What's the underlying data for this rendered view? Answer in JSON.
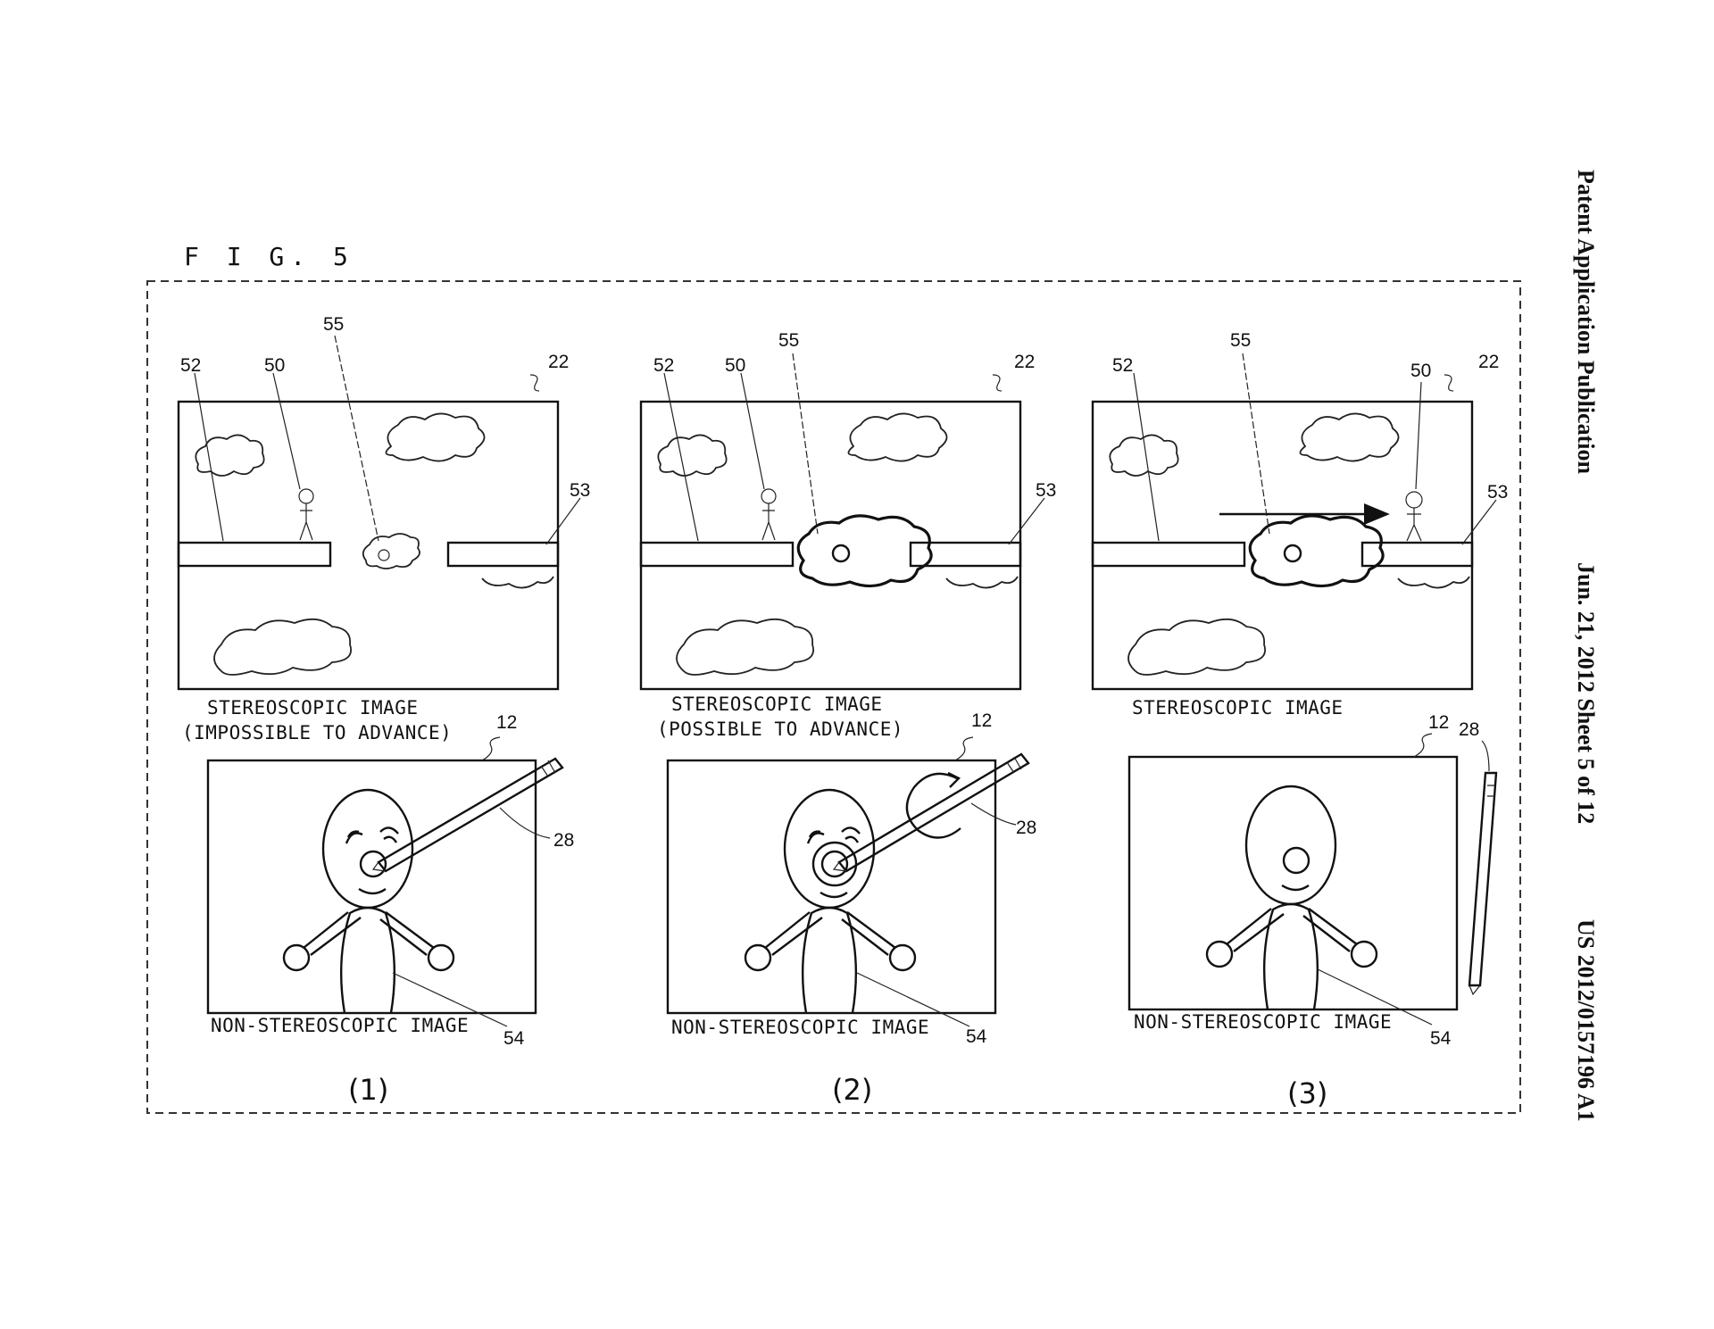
{
  "header": {
    "publication": "Patent Application Publication",
    "date_sheet": "Jun. 21, 2012  Sheet 5 of 12",
    "number": "US 2012/0157196 A1"
  },
  "figure_label": "F I G.  5",
  "refs": {
    "platform_left": "52",
    "character": "50",
    "cloud": "55",
    "upper_screen": "22",
    "platform_right": "53",
    "lower_screen": "12",
    "stylus": "28",
    "lower_character": "54"
  },
  "panels": [
    {
      "number": "(1)",
      "stereo_caption": "STEREOSCOPIC IMAGE",
      "stereo_subcaption": "(IMPOSSIBLE TO ADVANCE)",
      "non_stereo_caption": "NON-STEREOSCOPIC IMAGE"
    },
    {
      "number": "(2)",
      "stereo_caption": "STEREOSCOPIC IMAGE",
      "stereo_subcaption": "(POSSIBLE TO ADVANCE)",
      "non_stereo_caption": "NON-STEREOSCOPIC IMAGE"
    },
    {
      "number": "(3)",
      "stereo_caption": "STEREOSCOPIC IMAGE",
      "stereo_subcaption": "",
      "non_stereo_caption": "NON-STEREOSCOPIC IMAGE"
    }
  ]
}
